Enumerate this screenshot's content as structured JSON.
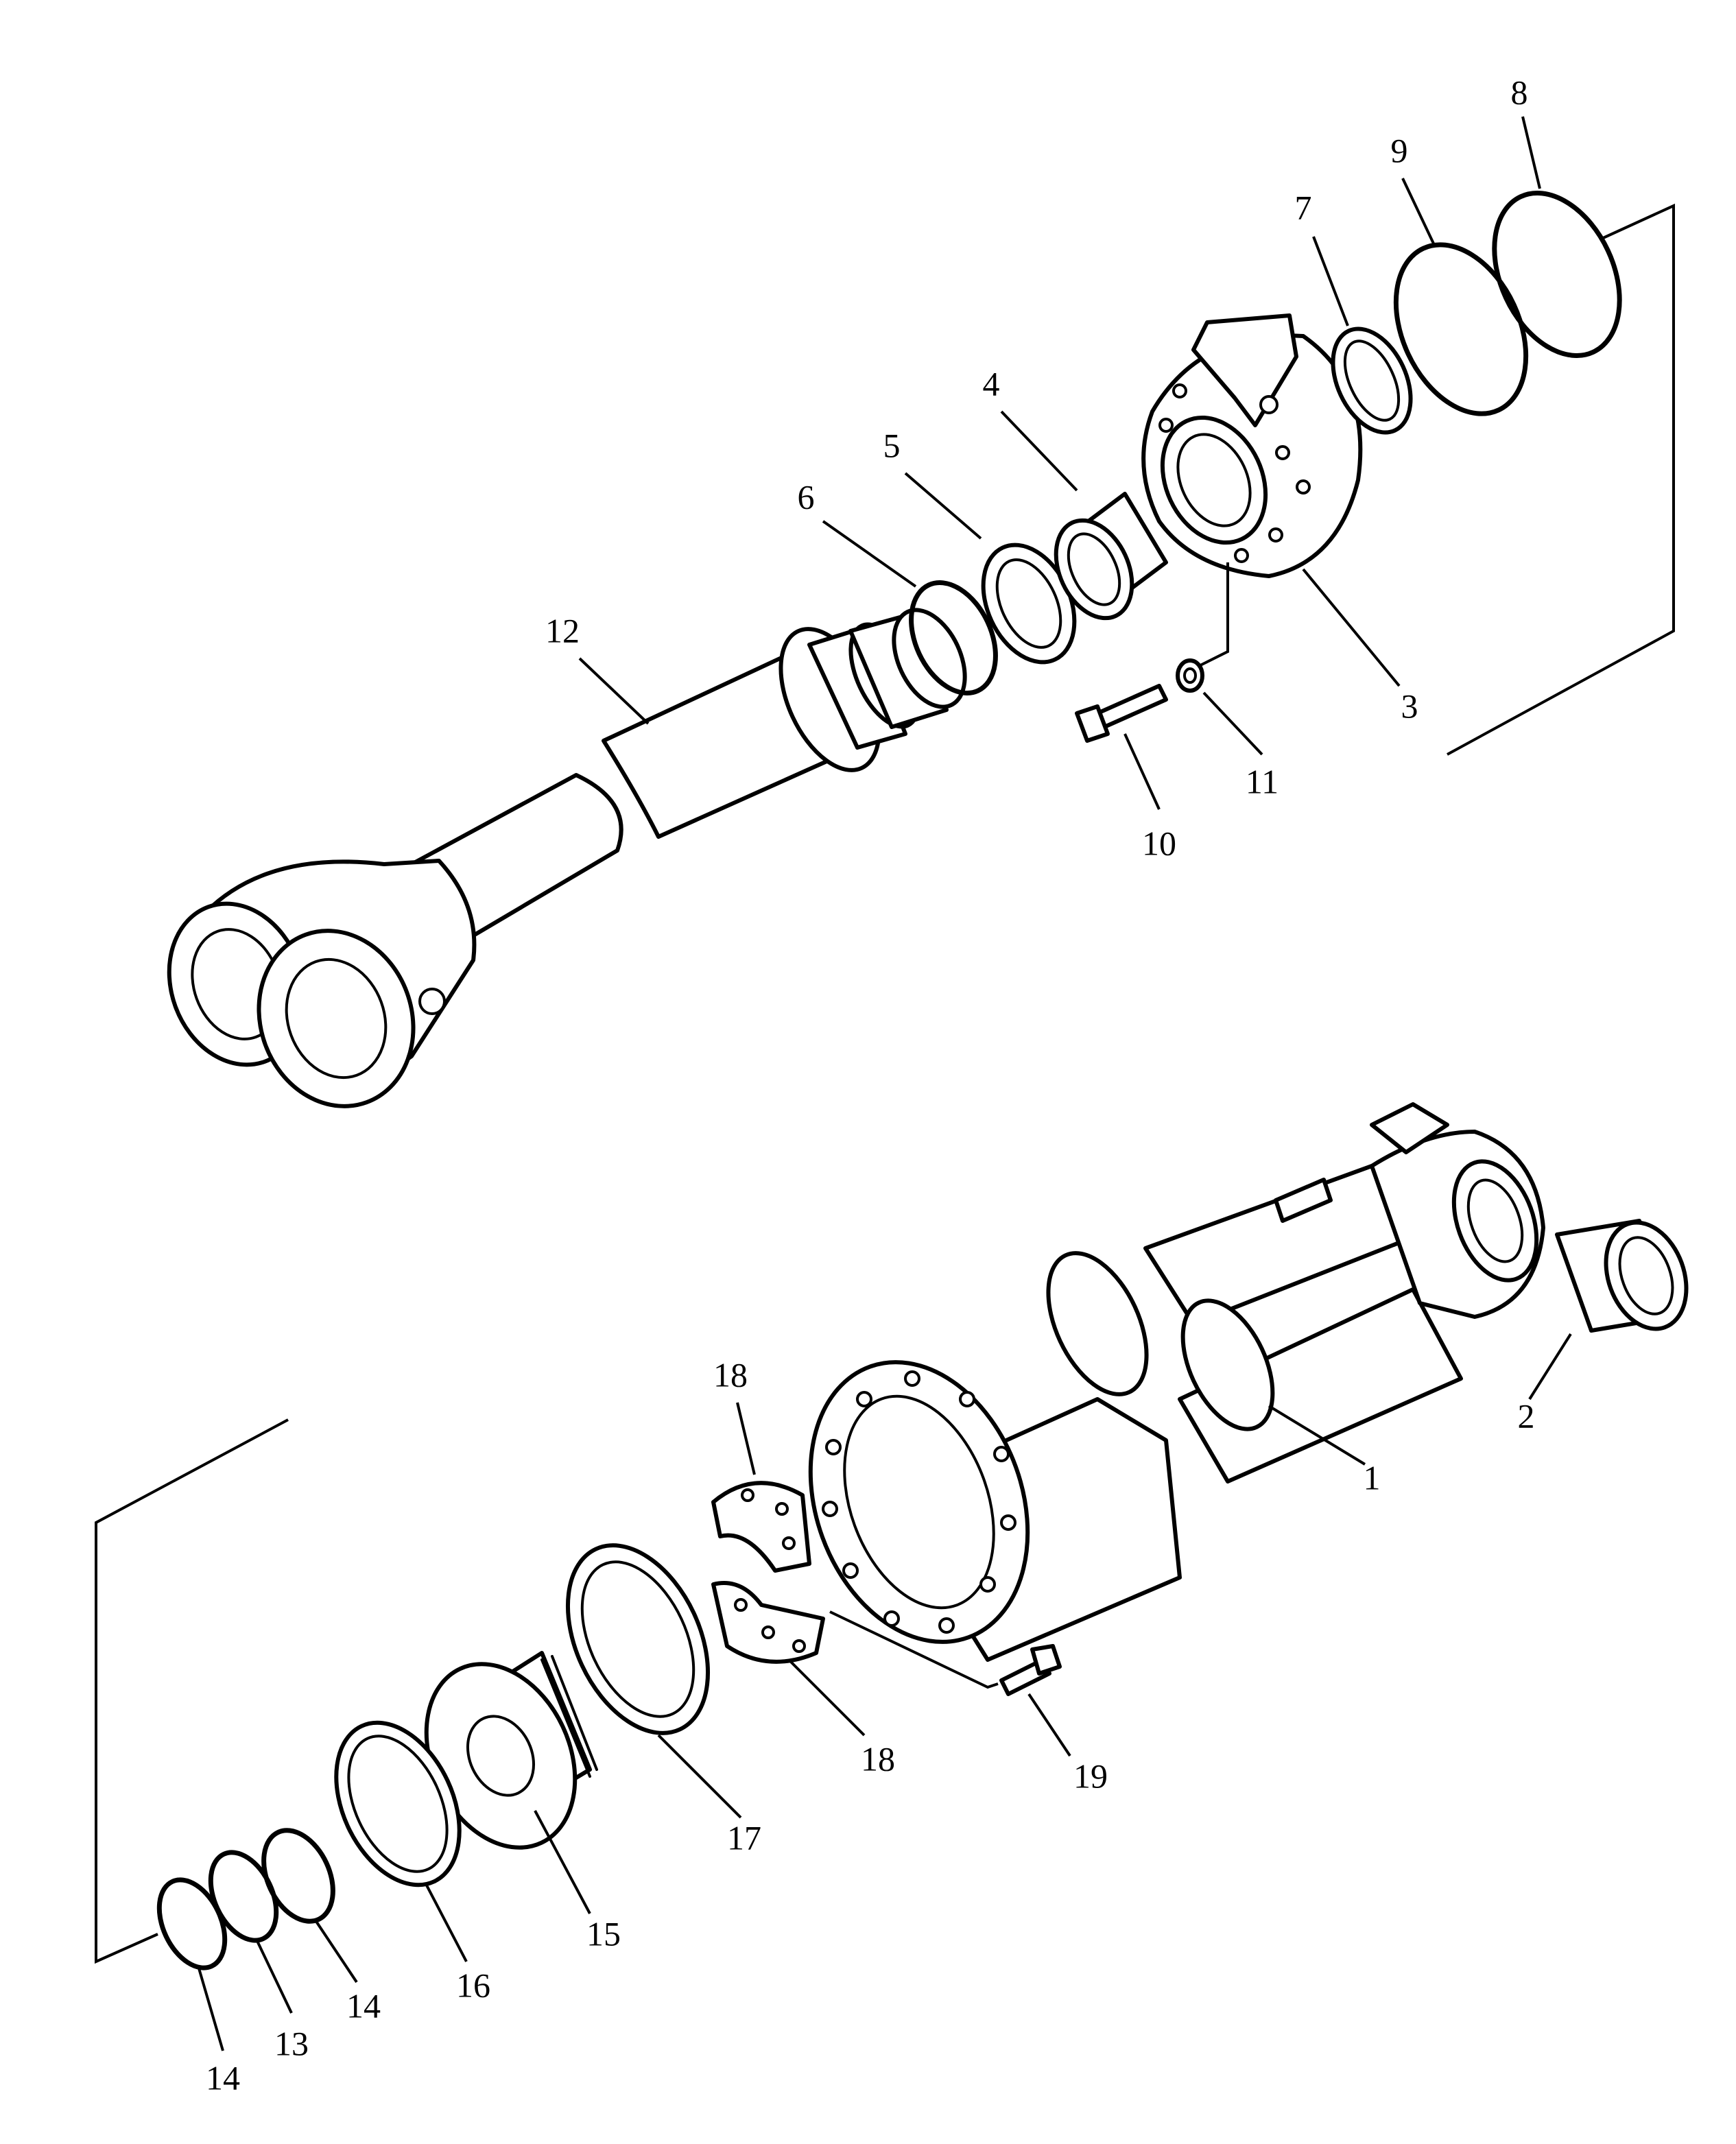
{
  "callouts": {
    "c1": "1",
    "c2": "2",
    "c3": "3",
    "c4": "4",
    "c5": "5",
    "c6": "6",
    "c7": "7",
    "c8": "8",
    "c9": "9",
    "c10": "10",
    "c11": "11",
    "c12": "12",
    "c13a": "13",
    "c14a": "14",
    "c14b": "14",
    "c15": "15",
    "c16": "16",
    "c17": "17",
    "c18a": "18",
    "c18b": "18",
    "c19": "19"
  }
}
